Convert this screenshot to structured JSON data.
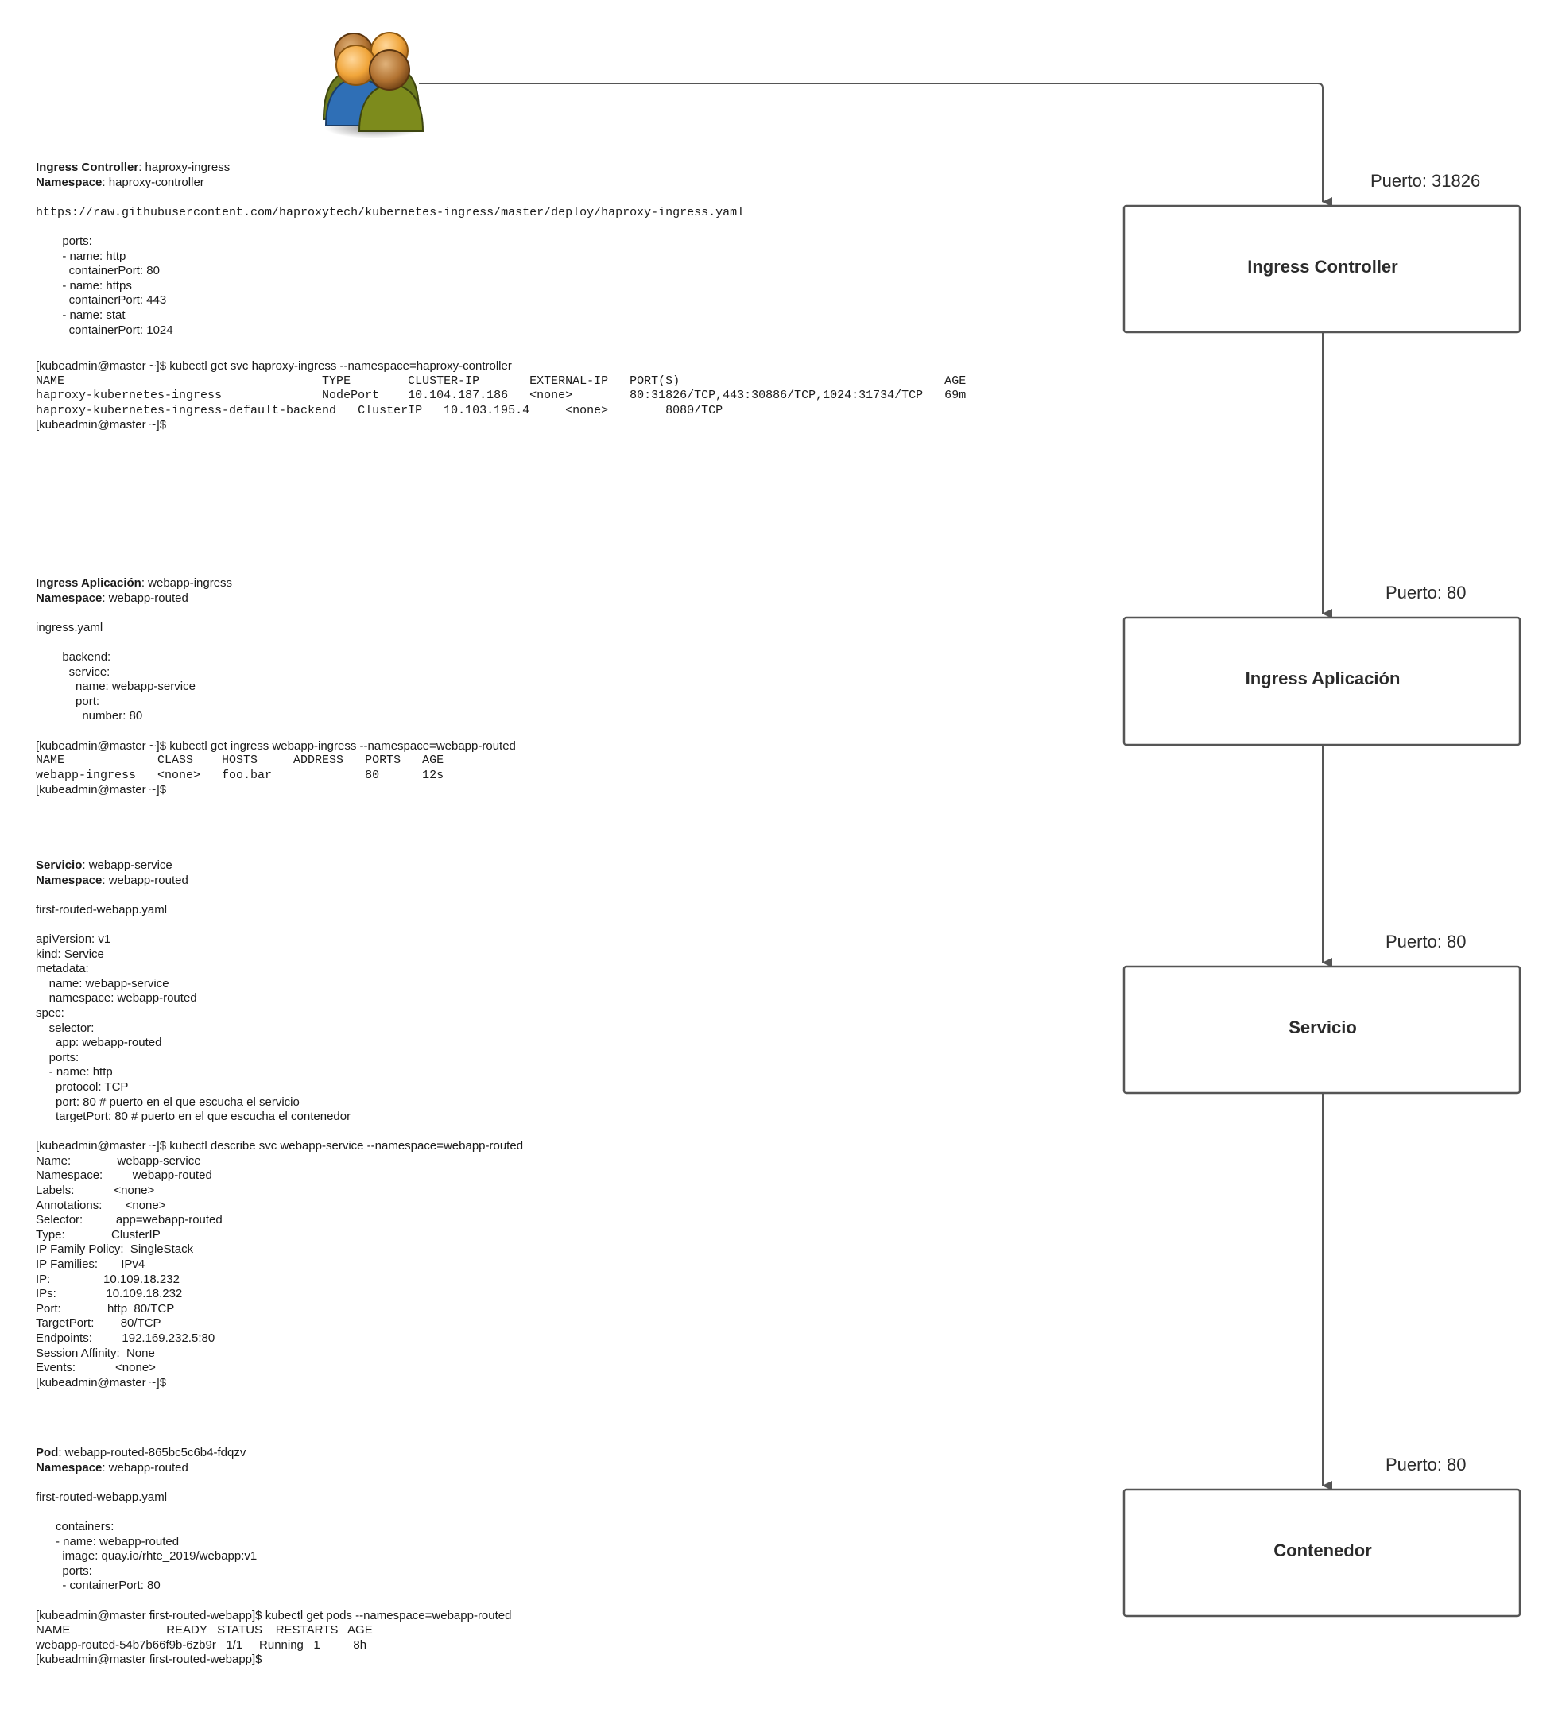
{
  "diagram": {
    "users_icon": "users-group-icon",
    "boxes": [
      {
        "label": "Ingress Controller",
        "port": "Puerto: 31826"
      },
      {
        "label": "Ingress Aplicación",
        "port": "Puerto: 80"
      },
      {
        "label": "Servicio",
        "port": "Puerto: 80"
      },
      {
        "label": "Contenedor",
        "port": "Puerto: 80"
      }
    ]
  },
  "sections": {
    "controller": {
      "head1_key": "Ingress Controller",
      "head1_val": ": haproxy-ingress",
      "head2_key": "Namespace",
      "head2_val": ": haproxy-controller",
      "url": "https://raw.githubusercontent.com/haproxytech/kubernetes-ingress/master/deploy/haproxy-ingress.yaml",
      "yaml": [
        "        ports:",
        "        - name: http",
        "          containerPort: 80",
        "        - name: https",
        "          containerPort: 443",
        "        - name: stat",
        "          containerPort: 1024"
      ],
      "cmd": "[kubeadmin@master ~]$ kubectl get svc haproxy-ingress --namespace=haproxy-controller",
      "out": [
        "NAME                                    TYPE        CLUSTER-IP       EXTERNAL-IP   PORT(S)                                     AGE",
        "haproxy-kubernetes-ingress              NodePort    10.104.187.186   <none>        80:31826/TCP,443:30886/TCP,1024:31734/TCP   69m",
        "haproxy-kubernetes-ingress-default-backend   ClusterIP   10.103.195.4     <none>        8080/TCP"
      ],
      "prompt": "[kubeadmin@master ~]$"
    },
    "ingress": {
      "head1_key": "Ingress Aplicación",
      "head1_val": ": webapp-ingress",
      "head2_key": "Namespace",
      "head2_val": ": webapp-routed",
      "file": "ingress.yaml",
      "yaml": [
        "        backend:",
        "          service:",
        "            name: webapp-service",
        "            port:",
        "              number: 80"
      ],
      "cmd": "[kubeadmin@master ~]$ kubectl get ingress webapp-ingress --namespace=webapp-routed",
      "out": [
        "NAME             CLASS    HOSTS     ADDRESS   PORTS   AGE",
        "webapp-ingress   <none>   foo.bar             80      12s"
      ],
      "prompt": "[kubeadmin@master ~]$"
    },
    "service": {
      "head1_key": "Servicio",
      "head1_val": ": webapp-service",
      "head2_key": "Namespace",
      "head2_val": ": webapp-routed",
      "file": "first-routed-webapp.yaml",
      "yaml": [
        "apiVersion: v1",
        "kind: Service",
        "metadata:",
        "    name: webapp-service",
        "    namespace: webapp-routed",
        "spec:",
        "    selector:",
        "      app: webapp-routed",
        "    ports:",
        "    - name: http",
        "      protocol: TCP",
        "      port: 80 # puerto en el que escucha el servicio",
        "      targetPort: 80 # puerto en el que escucha el contenedor"
      ],
      "cmd": "[kubeadmin@master ~]$ kubectl describe svc webapp-service --namespace=webapp-routed",
      "out": [
        "Name:              webapp-service",
        "Namespace:         webapp-routed",
        "Labels:            <none>",
        "Annotations:       <none>",
        "Selector:          app=webapp-routed",
        "Type:              ClusterIP",
        "IP Family Policy:  SingleStack",
        "IP Families:       IPv4",
        "IP:                10.109.18.232",
        "IPs:               10.109.18.232",
        "Port:              http  80/TCP",
        "TargetPort:        80/TCP",
        "Endpoints:         192.169.232.5:80",
        "Session Affinity:  None",
        "Events:            <none>"
      ],
      "prompt": "[kubeadmin@master ~]$"
    },
    "pod": {
      "head1_key": "Pod",
      "head1_val": ": webapp-routed-865bc5c6b4-fdqzv",
      "head2_key": "Namespace",
      "head2_val": ": webapp-routed",
      "file": "first-routed-webapp.yaml",
      "yaml": [
        "      containers:",
        "      - name: webapp-routed",
        "        image: quay.io/rhte_2019/webapp:v1",
        "        ports:",
        "        - containerPort: 80"
      ],
      "cmd": "[kubeadmin@master first-routed-webapp]$ kubectl get pods --namespace=webapp-routed",
      "out": [
        "NAME                             READY   STATUS    RESTARTS   AGE",
        "webapp-routed-54b7b66f9b-6zb9r   1/1     Running   1          8h"
      ],
      "prompt": "[kubeadmin@master first-routed-webapp]$"
    }
  }
}
